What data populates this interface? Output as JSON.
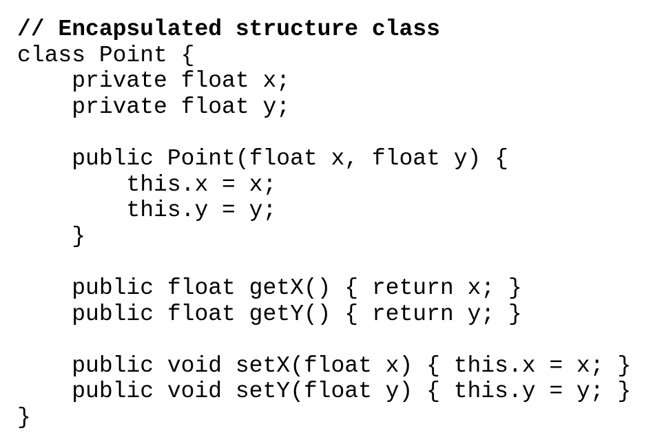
{
  "code": {
    "lines": [
      "// Encapsulated structure class",
      "class Point {",
      "    private float x;",
      "    private float y;",
      "",
      "    public Point(float x, float y) {",
      "        this.x = x;",
      "        this.y = y;",
      "    }",
      "",
      "    public float getX() { return x; }",
      "    public float getY() { return y; }",
      "",
      "    public void setX(float x) { this.x = x; }",
      "    public void setY(float y) { this.y = y; }",
      "}"
    ]
  }
}
